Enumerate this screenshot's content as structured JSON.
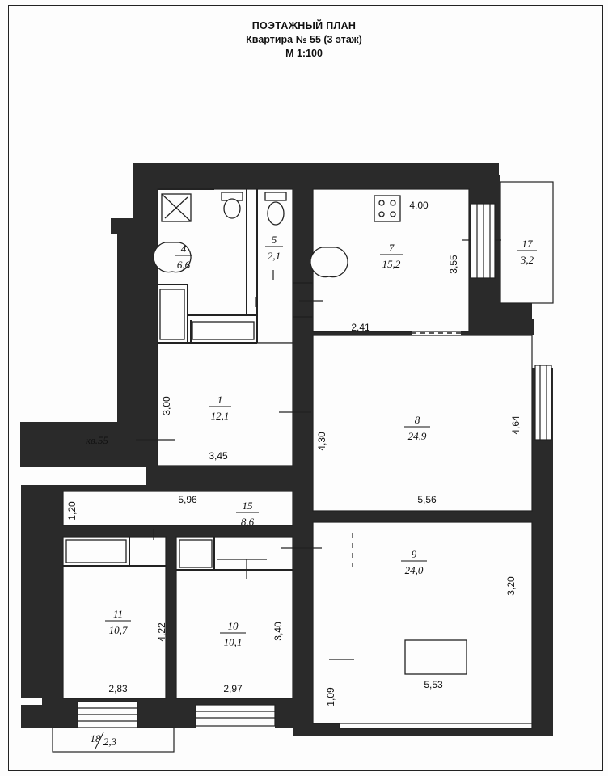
{
  "header": {
    "title": "ПОЭТАЖНЫЙ ПЛАН",
    "subtitle": "Квартира № 55 (3 этаж)",
    "scale": "М 1:100"
  },
  "apartment_label": "кв.55",
  "rooms": [
    {
      "number": "1",
      "area": "12,1"
    },
    {
      "number": "4",
      "area": "6,6"
    },
    {
      "number": "5",
      "area": "2,1"
    },
    {
      "number": "7",
      "area": "15,2"
    },
    {
      "number": "8",
      "area": "24,9"
    },
    {
      "number": "9",
      "area": "24,0"
    },
    {
      "number": "10",
      "area": "10,1"
    },
    {
      "number": "11",
      "area": "10,7"
    },
    {
      "number": "15",
      "area": "8,6"
    },
    {
      "number": "17",
      "area": "3,2"
    },
    {
      "number": "18",
      "area": "2,3"
    }
  ],
  "dimensions": [
    "4,00",
    "3,55",
    "2,41",
    "3,00",
    "3,45",
    "4,30",
    "4,64",
    "5,96",
    "1,20",
    "5,56",
    "3,20",
    "4,22",
    "3,40",
    "2,83",
    "2,97",
    "5,53",
    "1,09"
  ]
}
